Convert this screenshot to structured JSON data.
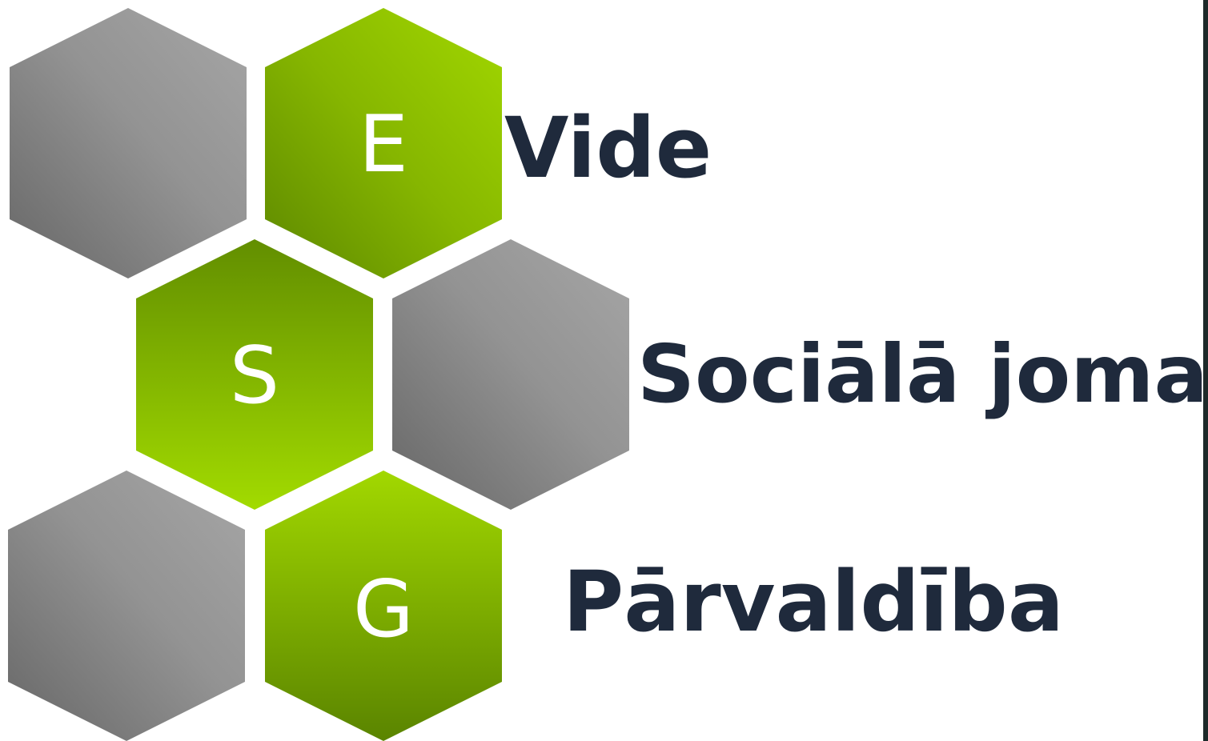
{
  "pillars": [
    {
      "letter": "E",
      "label": "Vide"
    },
    {
      "letter": "S",
      "label": "Sociālā joma"
    },
    {
      "letter": "G",
      "label": "Pārvaldība"
    }
  ],
  "colors": {
    "green_light": "#9ed600",
    "green_dark": "#5f8a00",
    "gray_light": "#a0a0a0",
    "gray_dark": "#6a6a6a",
    "text": "#1f2a3c",
    "letter": "#ffffff"
  }
}
